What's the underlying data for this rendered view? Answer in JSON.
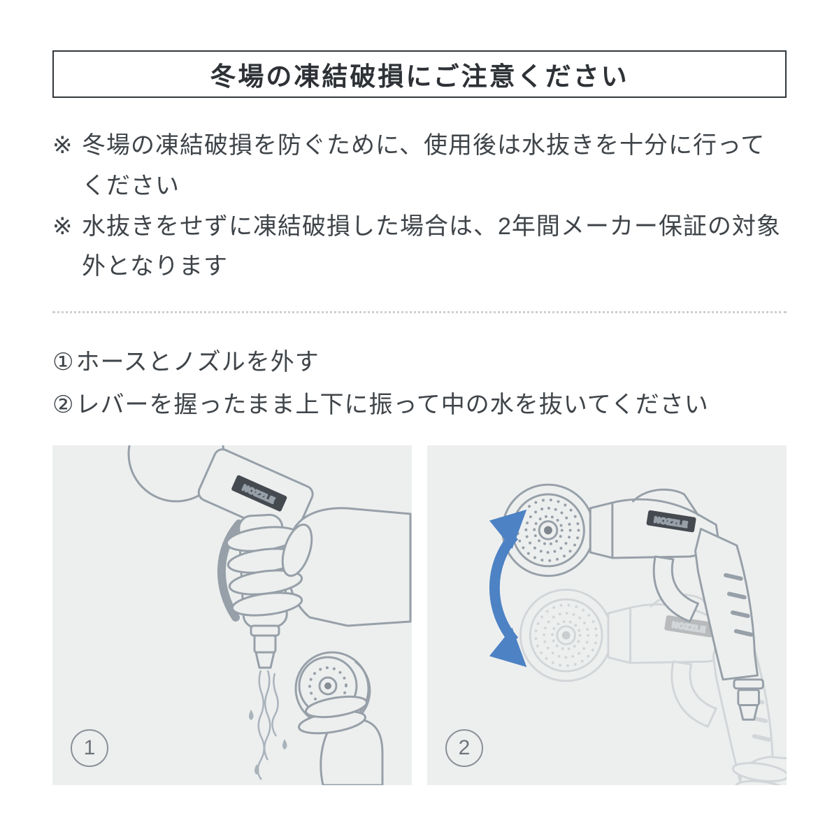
{
  "title": {
    "text": "冬場の凍結破損にご注意ください"
  },
  "notes": [
    {
      "marker": "※",
      "text": "冬場の凍結破損を防ぐために、使用後は水抜きを十分に行ってください"
    },
    {
      "marker": "※",
      "text": "水抜きをせずに凍結破損した場合は、2年間メーカー保証の対象外となります"
    }
  ],
  "steps": [
    {
      "marker": "①",
      "text": "ホースとノズルを外す"
    },
    {
      "marker": "②",
      "text": "レバーを握ったまま上下に振って中の水を抜いてください"
    }
  ],
  "panels": [
    {
      "number": "1",
      "alt": "nozzle-held-upside-down-draining-water-with-detached-head"
    },
    {
      "number": "2",
      "alt": "nozzle-shaken-up-and-down-with-blue-arrow"
    }
  ],
  "product_label": "NOZZLE",
  "colors": {
    "text": "#3f4449",
    "title_border": "#33383b",
    "panel_bg": "#edefef",
    "line_art": "#97a0a8",
    "arrow_blue": "#4d82c4",
    "divider": "#cbd0d3",
    "panel_number": "#6e747a"
  }
}
